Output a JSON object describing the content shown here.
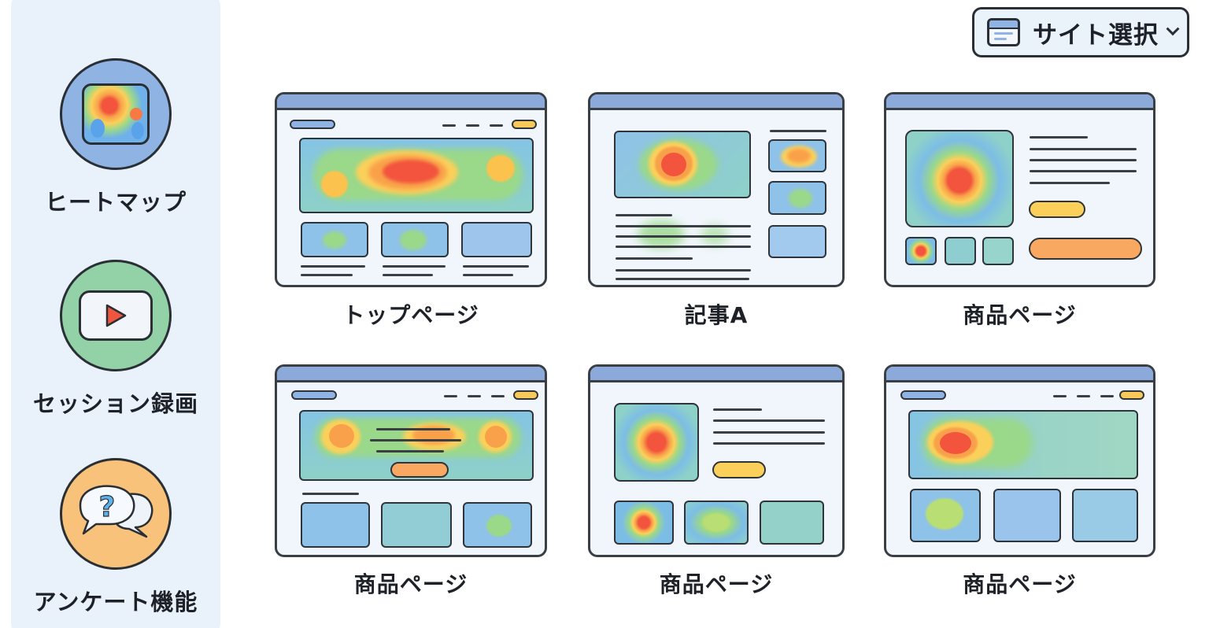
{
  "sidebar": {
    "items": [
      {
        "label": "ヒートマップ",
        "icon": "heatmap-icon",
        "color": "#8fb4e3"
      },
      {
        "label": "セッション録画",
        "icon": "play-video-icon",
        "color": "#93d1a6"
      },
      {
        "label": "アンケート機能",
        "icon": "question-chat-icon",
        "color": "#f8c27a"
      }
    ]
  },
  "header": {
    "site_select": {
      "label": "サイト選択",
      "icon": "browser-window-icon",
      "chevron": "chevron-down-icon"
    }
  },
  "pages": [
    {
      "label": "トップページ",
      "layout": "landing"
    },
    {
      "label": "記事A",
      "layout": "article"
    },
    {
      "label": "商品ページ",
      "layout": "product"
    },
    {
      "label": "商品ページ",
      "layout": "landing-cta"
    },
    {
      "label": "商品ページ",
      "layout": "product-grid"
    },
    {
      "label": "商品ページ",
      "layout": "landing-left"
    }
  ],
  "colors": {
    "sidebar_bg": "#e9f2fb",
    "window_bar": "#8caad9",
    "heat_red": "#f2543d",
    "heat_orange": "#f9a14a",
    "heat_yellow": "#fbd05a",
    "heat_green": "#9ad88a",
    "heat_blue": "#8fc2e8"
  }
}
